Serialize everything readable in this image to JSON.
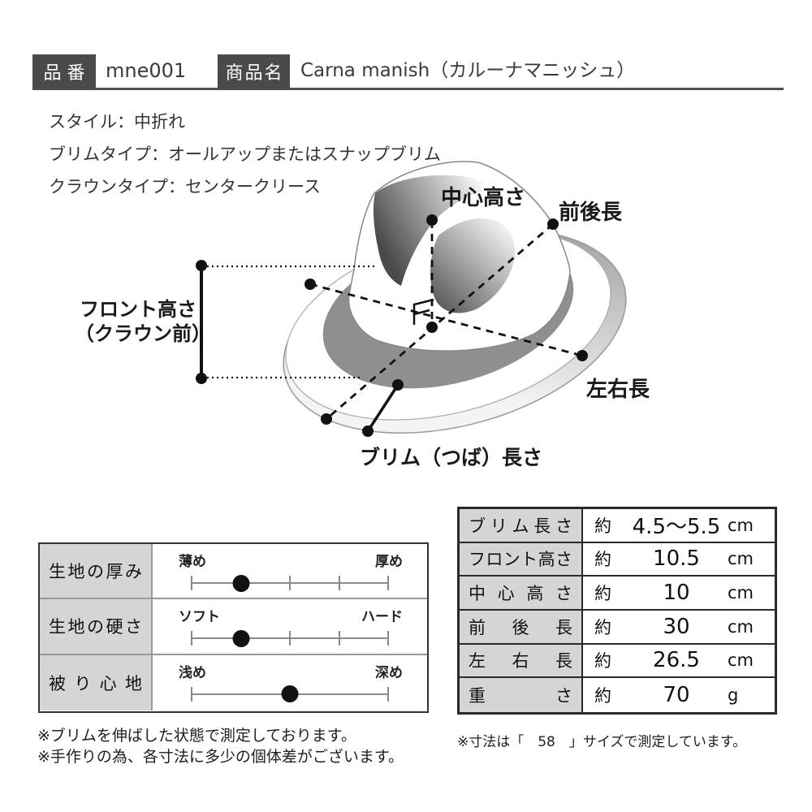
{
  "header": {
    "part_no_label": "品番",
    "part_no": "mne001",
    "product_name_label": "商品名",
    "product_name": "Carna manish（カルーナマニッシュ）"
  },
  "specs": {
    "style": "スタイル：中折れ",
    "brim_type": "ブリムタイプ：オールアップまたはスナップブリム",
    "crown_type": "クラウンタイプ：センタークリース"
  },
  "diagram": {
    "labels": {
      "center_height": "中心高さ",
      "front_back_length": "前後長",
      "left_right_length": "左右長",
      "brim_length": "ブリム（つば）長さ",
      "front_height_line1": "フロント高さ",
      "front_height_line2": "（クラウン前）"
    }
  },
  "fabric_table": {
    "rows": [
      {
        "label": "生地の厚み",
        "min": "薄め",
        "max": "厚め",
        "value": 0.25,
        "ticks": [
          0,
          0.25,
          0.5,
          0.75,
          1
        ]
      },
      {
        "label": "生地の硬さ",
        "min": "ソフト",
        "max": "ハード",
        "value": 0.25,
        "ticks": [
          0,
          0.25,
          0.5,
          0.75,
          1
        ]
      },
      {
        "label": "被り心地",
        "min": "浅め",
        "max": "深め",
        "value": 0.5,
        "ticks": [
          0,
          1
        ]
      }
    ]
  },
  "size_table": {
    "rows": [
      {
        "label": "ブリム長さ",
        "approx": "約",
        "value": "4.5～5.5",
        "unit": "cm"
      },
      {
        "label": "フロント高さ",
        "approx": "約",
        "value": "10.5",
        "unit": "cm"
      },
      {
        "label": "中心高さ",
        "approx": "約",
        "value": "10",
        "unit": "cm"
      },
      {
        "label": "前後長",
        "approx": "約",
        "value": "30",
        "unit": "cm"
      },
      {
        "label": "左右長",
        "approx": "約",
        "value": "26.5",
        "unit": "cm"
      },
      {
        "label": "重さ",
        "approx": "約",
        "value": "70",
        "unit": "g"
      }
    ]
  },
  "notes": {
    "left": [
      "※ブリムを伸ばした状態で測定しております。",
      "※手作りの為、各寸法に多少の個体差がございます。"
    ],
    "right": "※寸法は「　58　」サイズで測定しています。"
  },
  "colors": {
    "tag_box": "#4a4a4a",
    "table_label_bg": "#d5d5d5",
    "hat_band_gray": "#8f8f8f",
    "line_black": "#111111"
  }
}
